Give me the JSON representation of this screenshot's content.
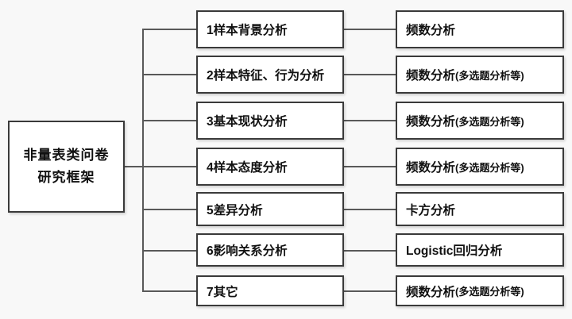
{
  "diagram": {
    "root": {
      "full_title": "非量表类问卷研究框架",
      "line1": "非量表类问卷",
      "line2": "研究框架"
    },
    "rows": [
      {
        "category": "1样本背景分析",
        "method": "频数分析",
        "method_note": ""
      },
      {
        "category": "2样本特征、行为分析",
        "method": "频数分析",
        "method_note": "(多选题分析等)"
      },
      {
        "category": "3基本现状分析",
        "method": "频数分析",
        "method_note": "(多选题分析等)"
      },
      {
        "category": "4样本态度分析",
        "method": "频数分析",
        "method_note": "(多选题分析等)"
      },
      {
        "category": "5差异分析",
        "method": "卡方分析",
        "method_note": ""
      },
      {
        "category": "6影响关系分析",
        "method": "Logistic回归分析",
        "method_note": ""
      },
      {
        "category": "7其它",
        "method": "频数分析",
        "method_note": "(多选题分析等)"
      }
    ]
  },
  "colors": {
    "background": "#f8f8f8",
    "box_fill": "#ffffff",
    "box_border": "#3a3a3a",
    "line": "#595959",
    "text": "#111111"
  }
}
